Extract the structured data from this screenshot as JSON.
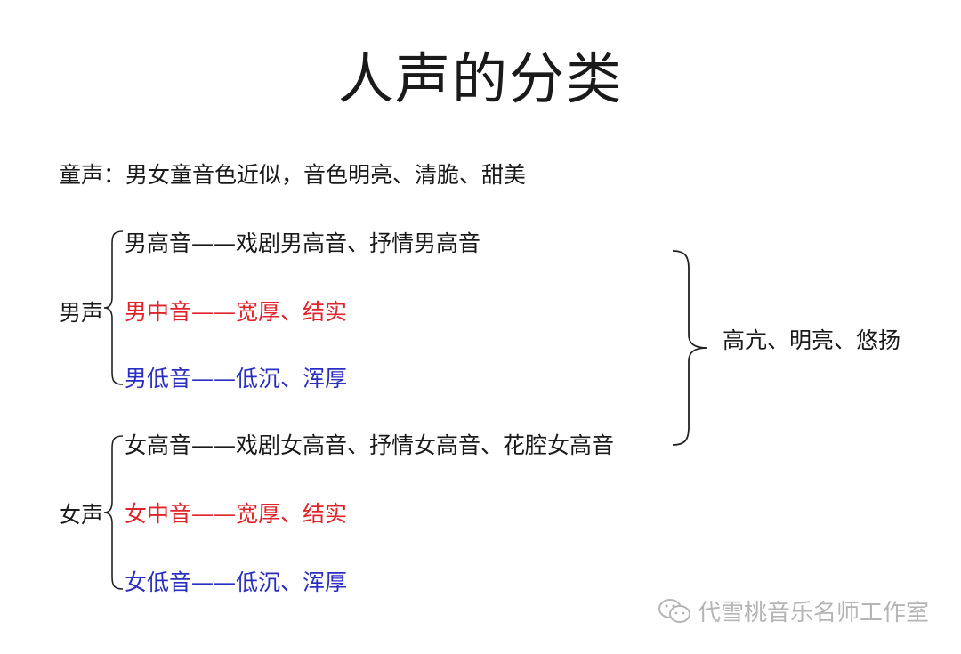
{
  "title": "人声的分类",
  "children_voice": "童声：男女童音色近似，音色明亮、清脆、甜美",
  "male": {
    "label": "男声",
    "items": [
      {
        "text": "男高音——戏剧男高音、抒情男高音",
        "color": "#1a1a1a"
      },
      {
        "text": "男中音——宽厚、结实",
        "color": "#e0242b"
      },
      {
        "text": "男低音——低沉、浑厚",
        "color": "#2a2fc0"
      }
    ]
  },
  "female": {
    "label": "女声",
    "items": [
      {
        "text": "女高音——戏剧女高音、抒情女高音、花腔女高音",
        "color": "#1a1a1a"
      },
      {
        "text": "女中音——宽厚、结实",
        "color": "#e0242b"
      },
      {
        "text": "女低音——低沉、浑厚",
        "color": "#2a2fc0"
      }
    ]
  },
  "tenor_soprano_trait": "高亢、明亮、悠扬",
  "watermark": "代雪桃音乐名师工作室",
  "icons": {
    "watermark": "wechat-icon"
  }
}
